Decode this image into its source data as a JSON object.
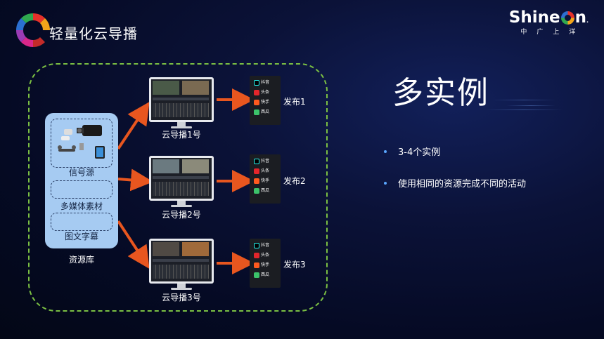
{
  "header": {
    "title": "轻量化云导播",
    "brand_word_pre": "Shine",
    "brand_word_post": "n",
    "brand_sub": "中广上洋"
  },
  "resources": {
    "box1_label": "信号源",
    "box2_label": "多媒体素材",
    "box3_label": "图文字幕",
    "caption": "资源库"
  },
  "directors": [
    {
      "label": "云导播1号",
      "publish": "发布1"
    },
    {
      "label": "云导播2号",
      "publish": "发布2"
    },
    {
      "label": "云导播3号",
      "publish": "发布3"
    }
  ],
  "platforms": [
    "抖音",
    "头条",
    "快手",
    "西瓜"
  ],
  "main": {
    "heading": "多实例",
    "bullets": [
      "3-4个实例",
      "使用相同的资源完成不同的活动"
    ]
  },
  "colors": {
    "arrow": "#e8561f",
    "frame": "#7bc043",
    "panel": "#a6cbf2"
  }
}
